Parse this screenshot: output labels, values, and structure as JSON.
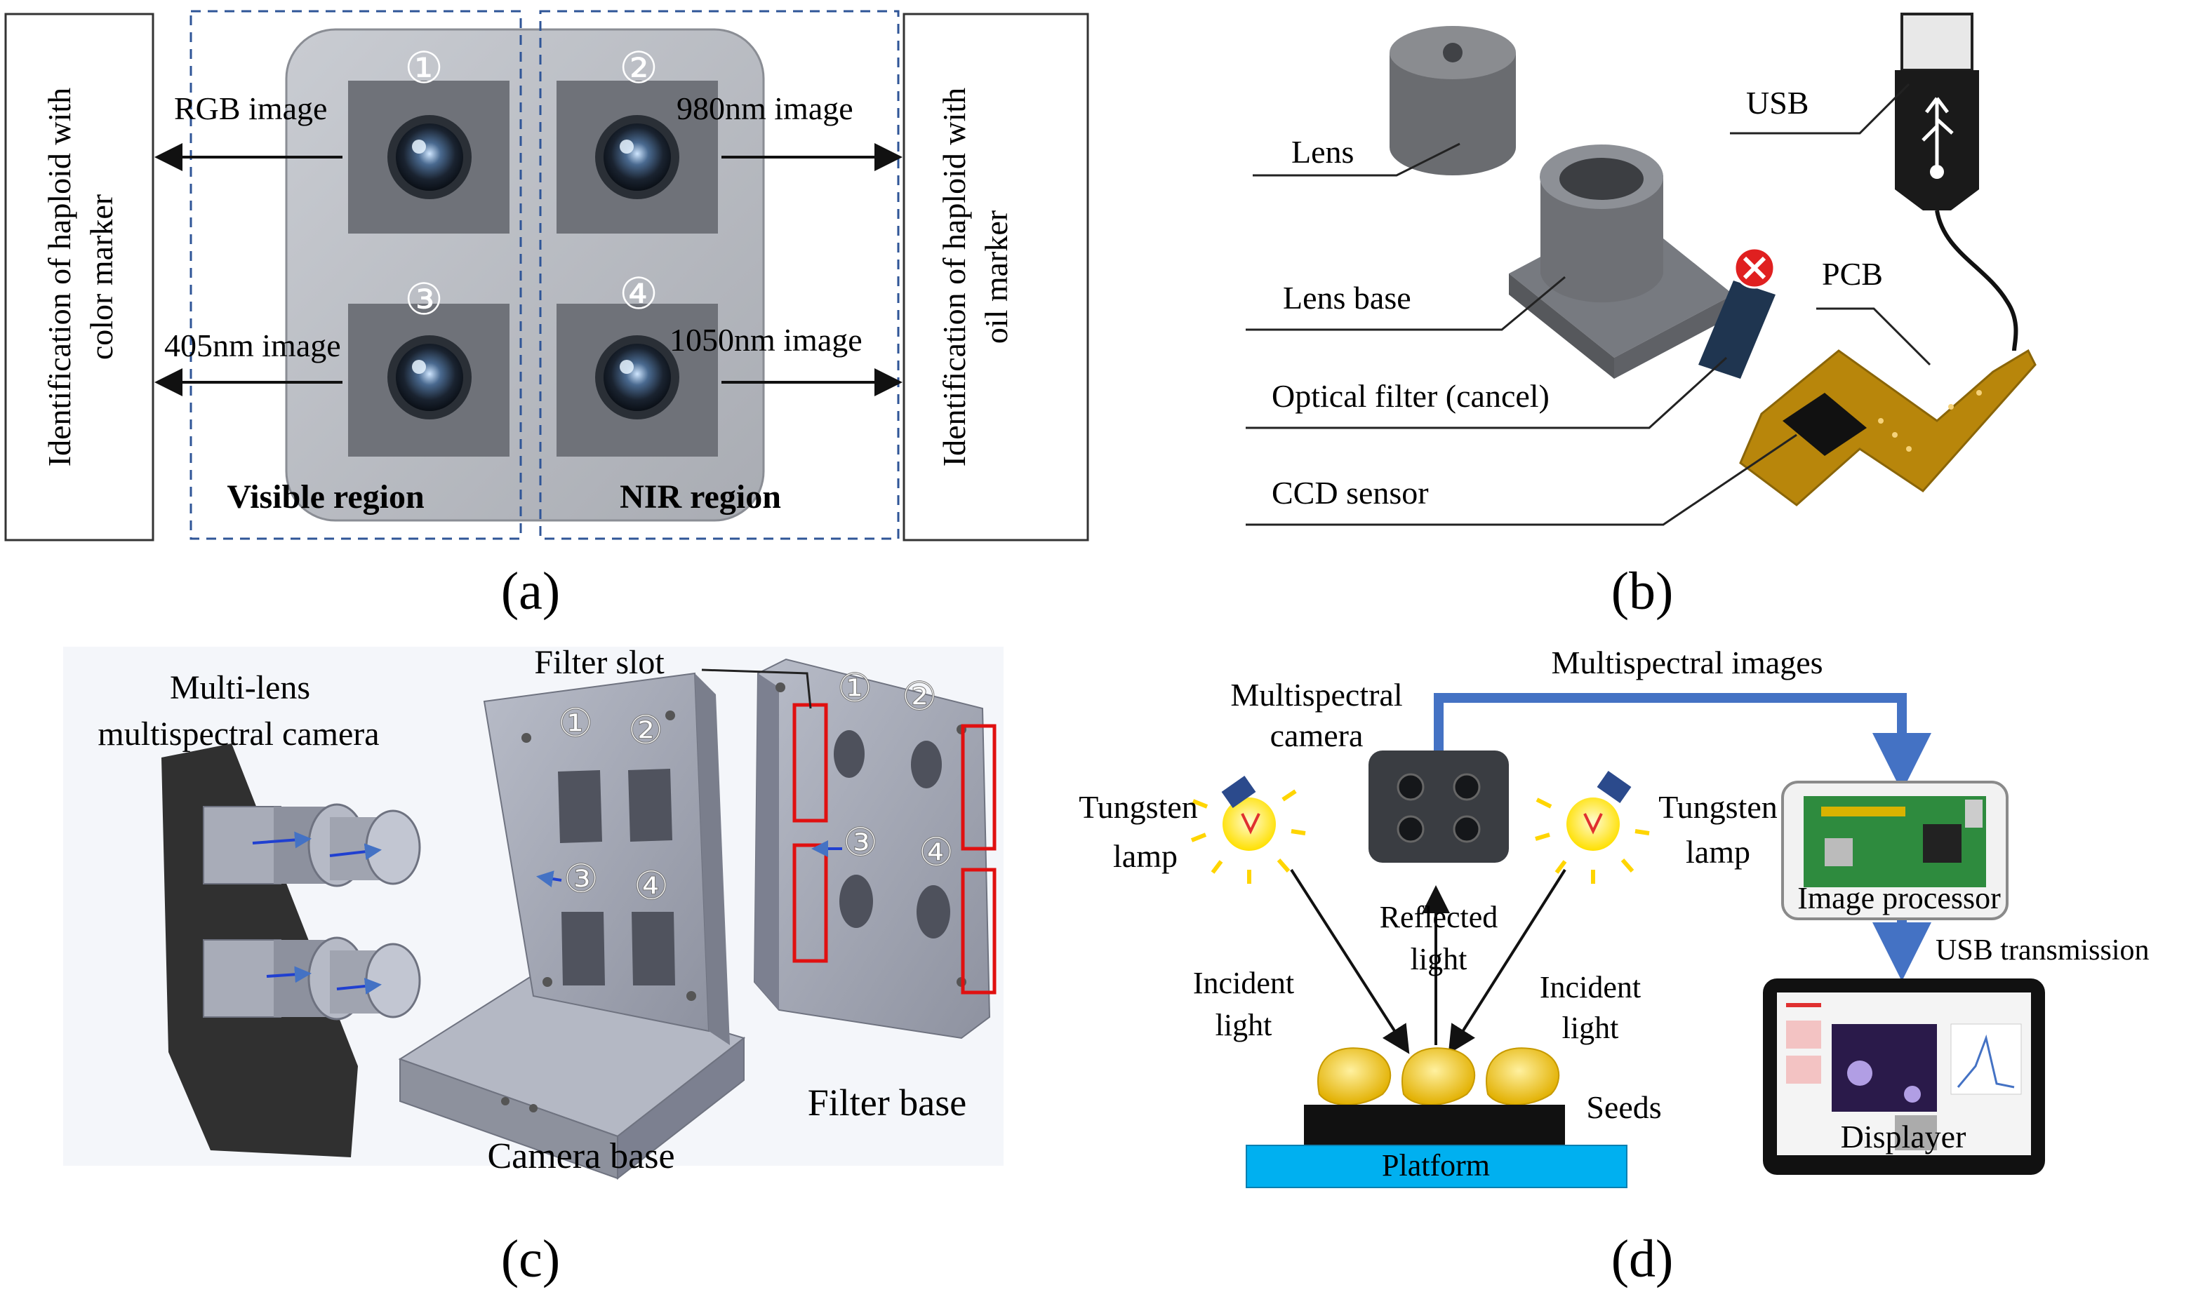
{
  "panel_a": {
    "left_box": {
      "line1": "Identification of haploid with",
      "line2": "color marker"
    },
    "right_box": {
      "line1": "Identification of haploid with",
      "line2": "oil marker"
    },
    "cams": [
      "①",
      "②",
      "③",
      "④"
    ],
    "images": {
      "rgb": "RGB image",
      "nm980": "980nm image",
      "nm405": "405nm image",
      "nm1050": "1050nm image"
    },
    "visible_region": "Visible region",
    "nir_region": "NIR region",
    "caption": "(a)"
  },
  "panel_b": {
    "lens": "Lens",
    "lens_base": "Lens base",
    "optical_filter": "Optical filter (cancel)",
    "ccd_sensor": "CCD sensor",
    "usb": "USB",
    "pcb": "PCB",
    "caption": "(b)"
  },
  "panel_c": {
    "camera_title_1": "Multi-lens",
    "camera_title_2": "multispectral camera",
    "filter_slot": "Filter slot",
    "camera_base": "Camera base",
    "filter_base": "Filter base",
    "nums": [
      "①",
      "②",
      "③",
      "④"
    ],
    "caption": "(c)"
  },
  "panel_d": {
    "multispectral_images": "Multispectral images",
    "camera_1": "Multispectral",
    "camera_2": "camera",
    "tungsten": "Tungsten",
    "lamp": "lamp",
    "reflected": "Reflected",
    "light": "light",
    "incident": "Incident",
    "seeds": "Seeds",
    "platform": "Platform",
    "image_processor": "Image processor",
    "usb_transmission": "USB transmission",
    "displayer": "Displayer",
    "caption": "(d)"
  },
  "colors": {
    "blue_arrow": "#4472c4",
    "platform": "#00b0f0",
    "seed": "#f2c200",
    "pcb": "#b8860b",
    "dashed": "#2f5597",
    "filter_slot_box": "#e01010"
  }
}
